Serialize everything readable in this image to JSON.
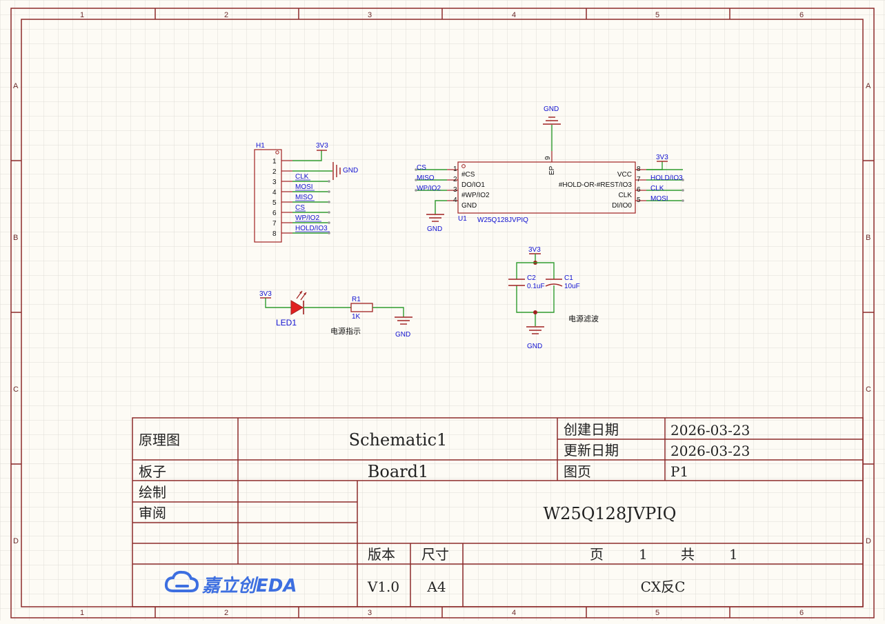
{
  "zones": {
    "columns": [
      "1",
      "2",
      "3",
      "4",
      "5",
      "6"
    ],
    "rows": [
      "A",
      "B",
      "C",
      "D"
    ]
  },
  "connector_h1": {
    "designator": "H1",
    "pins": [
      "1",
      "2",
      "3",
      "4",
      "5",
      "6",
      "7",
      "8"
    ],
    "nets": [
      "3V3",
      "GND",
      "CLK",
      "MOSI",
      "MISO",
      "CS",
      "WP/IO2",
      "HOLD/IO3"
    ]
  },
  "chip_u1": {
    "designator": "U1",
    "part": "W25Q128JVPIQ",
    "left_pins": [
      {
        "num": "1",
        "name": "#CS",
        "net": "CS"
      },
      {
        "num": "2",
        "name": "DO/IO1",
        "net": "MISO"
      },
      {
        "num": "3",
        "name": "#WP/IO2",
        "net": "WP/IO2"
      },
      {
        "num": "4",
        "name": "GND",
        "net": "GND"
      }
    ],
    "right_pins": [
      {
        "num": "8",
        "name": "VCC",
        "net": "3V3"
      },
      {
        "num": "7",
        "name": "#HOLD-OR-#REST/IO3",
        "net": "HOLD/IO3"
      },
      {
        "num": "6",
        "name": "CLK",
        "net": "CLK"
      },
      {
        "num": "5",
        "name": "DI/IO0",
        "net": "MOSI"
      }
    ],
    "top_pin": {
      "num": "9",
      "name": "EP",
      "net": "GND"
    }
  },
  "led_circuit": {
    "net_in": "3V3",
    "led": "LED1",
    "resistor": "R1",
    "resistor_value": "1K",
    "net_out": "GND",
    "caption": "电源指示"
  },
  "filter_circuit": {
    "net_top": "3V3",
    "net_bottom": "GND",
    "c2": "C2",
    "c2_value": "0.1uF",
    "c1": "C1",
    "c1_value": "10uF",
    "caption": "电源滤波"
  },
  "title_block": {
    "schematic_label": "原理图",
    "schematic_value": "Schematic1",
    "board_label": "板子",
    "board_value": "Board1",
    "created_label": "创建日期",
    "created_value": "2026-03-23",
    "updated_label": "更新日期",
    "updated_value": "2026-03-23",
    "page_label": "图页",
    "page_value": "P1",
    "drawn_label": "绘制",
    "review_label": "审阅",
    "title": "W25Q128JVPIQ",
    "version_label": "版本",
    "size_label": "尺寸",
    "page_word": "页",
    "page_num": "1",
    "total_word": "共",
    "total_num": "1",
    "version_value": "V1.0",
    "size_value": "A4",
    "company": "CX反C",
    "logo_text": "嘉立创EDA"
  },
  "colors": {
    "border": "#8b2a2a",
    "wire": "#2e9b2e",
    "pin": "#a02020",
    "net_label": "#1010d0",
    "grid": "#d8d8d8",
    "logo": "#3d6fe0",
    "led": "#e02020"
  }
}
